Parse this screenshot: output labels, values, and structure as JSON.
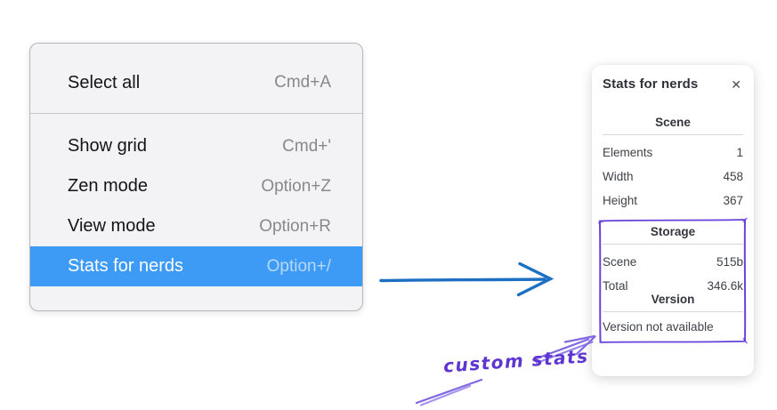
{
  "context_menu": {
    "sections": [
      {
        "items": [
          {
            "label": "Select all",
            "shortcut": "Cmd+A"
          }
        ]
      },
      {
        "items": [
          {
            "label": "Show grid",
            "shortcut": "Cmd+'"
          },
          {
            "label": "Zen mode",
            "shortcut": "Option+Z"
          },
          {
            "label": "View mode",
            "shortcut": "Option+R"
          },
          {
            "label": "Stats for nerds",
            "shortcut": "Option+/",
            "state": "highlighted"
          }
        ]
      }
    ]
  },
  "stats_panel": {
    "title": "Stats for nerds",
    "sections": [
      {
        "heading": "Scene",
        "rows": [
          {
            "label": "Elements",
            "value": "1"
          },
          {
            "label": "Width",
            "value": "458"
          },
          {
            "label": "Height",
            "value": "367"
          }
        ]
      },
      {
        "heading": "Storage",
        "rows": [
          {
            "label": "Scene",
            "value": "515b"
          },
          {
            "label": "Total",
            "value": "346.6k"
          }
        ]
      },
      {
        "heading": "Version",
        "note": "Version not available"
      }
    ]
  },
  "annotation": {
    "label": "custom stats"
  },
  "icons": {
    "close": "✕"
  },
  "colors": {
    "menu_highlight": "#3d9af5",
    "menu_highlight_text": "#ffffff",
    "pointer_arrow_blue": "#1d6fc4",
    "annotation_purple": "#5e35d1",
    "sketch_box_purple": "#6741d9"
  }
}
